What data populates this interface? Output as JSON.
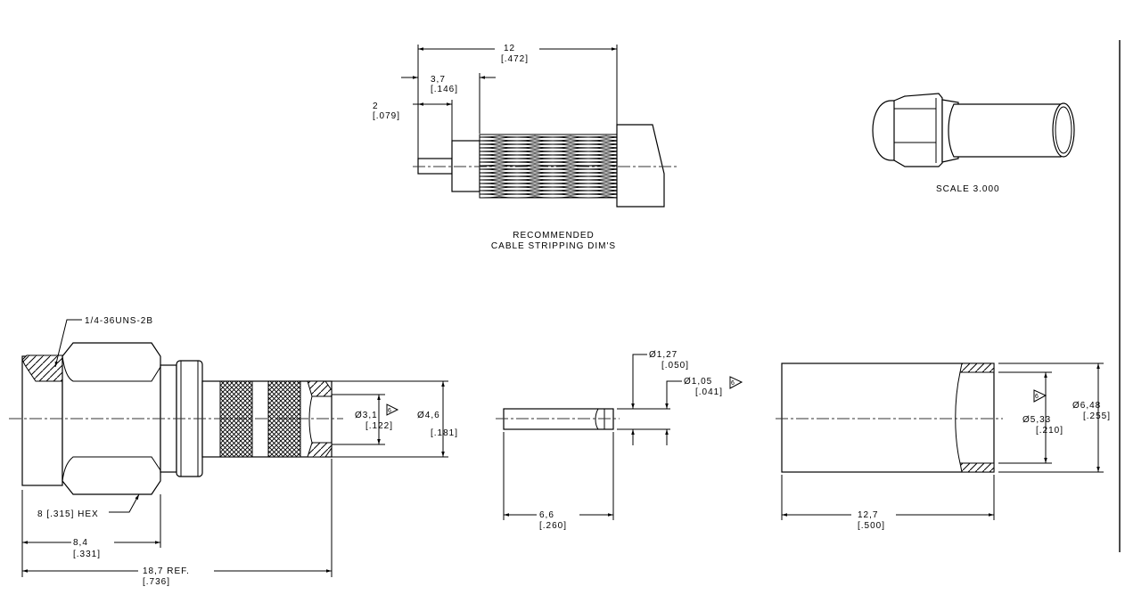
{
  "stripping_view": {
    "dim_overall": "12",
    "dim_overall_in": "[.472]",
    "dim_braid": "3,7",
    "dim_braid_in": "[.146]",
    "dim_conductor": "2",
    "dim_conductor_in": "[.079]",
    "caption_line1": "RECOMMENDED",
    "caption_line2": "CABLE STRIPPING DIM'S"
  },
  "iso_view": {
    "scale_label": "SCALE  3.000"
  },
  "connector_view": {
    "thread_label": "1/4-36UNS-2B",
    "hex_label": "8 [.315] HEX",
    "dim_hex_len": "8,4",
    "dim_hex_len_in": "[.331]",
    "dim_total": "18,7   REF.",
    "dim_total_in": "[.736]",
    "dim_inner_dia": "Ø3,1",
    "dim_inner_dia_in": "[.122]",
    "dim_outer_dia": "Ø4,6",
    "dim_outer_dia_in": "[.181]",
    "note_flag": "6"
  },
  "pin_view": {
    "dim_outer_dia": "Ø1,27",
    "dim_outer_dia_in": "[.050]",
    "dim_inner_dia": "Ø1,05",
    "dim_inner_dia_in": "[.041]",
    "dim_len": "6,6",
    "dim_len_in": "[.260]",
    "note_flag": "6"
  },
  "sleeve_view": {
    "dim_inner_dia": "Ø5,33",
    "dim_inner_dia_in": "[.210]",
    "dim_outer_dia": "Ø6,48",
    "dim_outer_dia_in": "[.255]",
    "dim_len": "12,7",
    "dim_len_in": "[.500]",
    "note_flag": "6"
  }
}
